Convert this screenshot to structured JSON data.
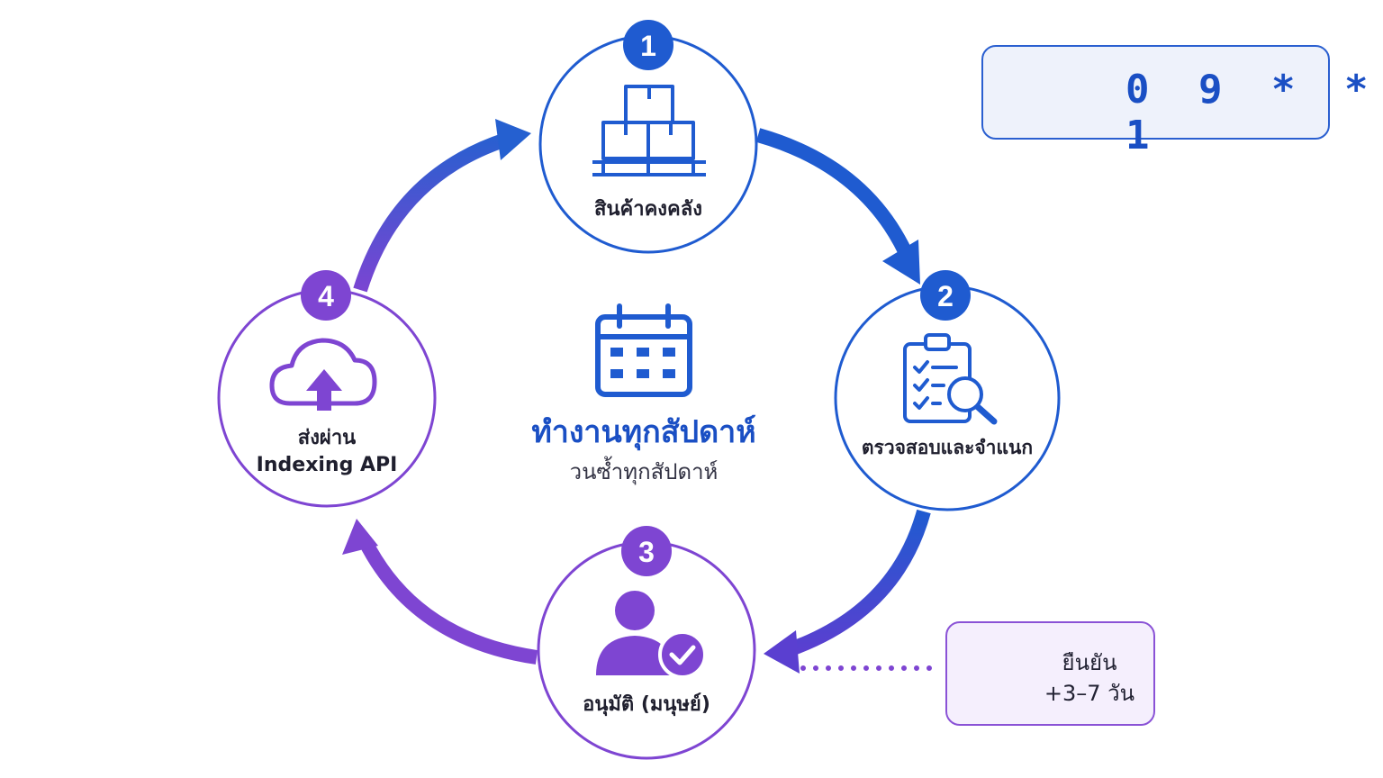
{
  "steps": [
    {
      "number": "1",
      "label": "สินค้าคงคลัง",
      "icon": "boxes-pallet-icon",
      "color": "#1f5bd0"
    },
    {
      "number": "2",
      "label": "ตรวจสอบและจำแนก",
      "icon": "clipboard-search-icon",
      "color": "#1f5bd0"
    },
    {
      "number": "3",
      "label": "อนุมัติ (มนุษย์)",
      "icon": "user-check-icon",
      "color": "#7e45d2"
    },
    {
      "number": "4",
      "label_line1": "ส่งผ่าน",
      "label_line2": "Indexing API",
      "icon": "cloud-upload-icon",
      "color": "#7e45d2"
    }
  ],
  "center": {
    "title": "ทำงานทุกสัปดาห์",
    "subtitle": "วนซ้ำทุกสัปดาห์",
    "icon": "calendar-icon"
  },
  "schedule": {
    "cron": "0 9 * * 1",
    "icon": "clock-icon"
  },
  "confirm": {
    "line1": "ยืนยัน",
    "line2": "+3–7 วัน",
    "icon": "calendar-icon"
  },
  "colors": {
    "blue": "#1f5bd0",
    "purple": "#7e45d2"
  }
}
